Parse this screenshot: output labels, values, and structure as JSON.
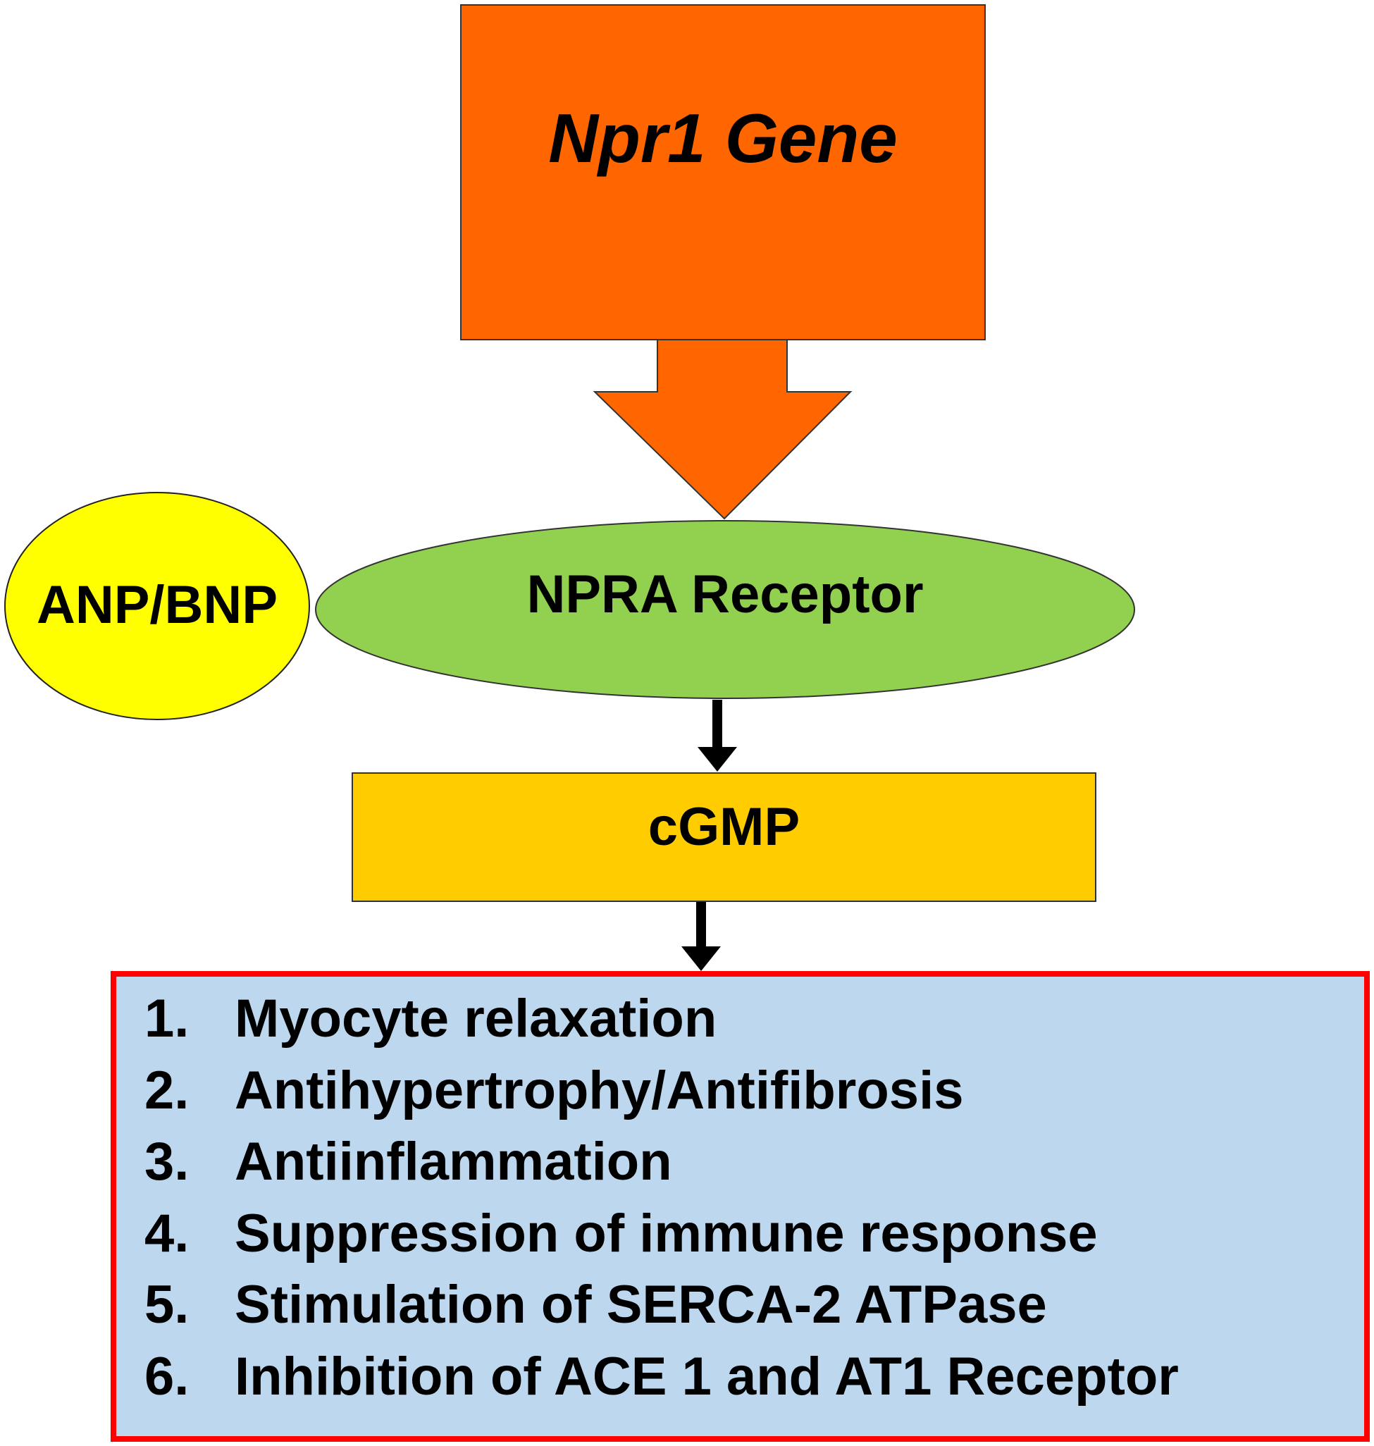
{
  "gene": {
    "label": "Npr1 Gene"
  },
  "ligand": {
    "label": "ANP/BNP"
  },
  "receptor": {
    "label": "NPRA Receptor"
  },
  "messenger": {
    "label": "cGMP"
  },
  "effects": [
    {
      "num": "1.",
      "text": "Myocyte relaxation"
    },
    {
      "num": "2.",
      "text": "Antihypertrophy/Antifibrosis"
    },
    {
      "num": "3.",
      "text": "Antiinflammation"
    },
    {
      "num": "4.",
      "text": "Suppression of immune response"
    },
    {
      "num": "5.",
      "text": "Stimulation of SERCA-2 ATPase"
    },
    {
      "num": "6.",
      "text": "Inhibition of ACE 1 and AT1 Receptor"
    }
  ],
  "colors": {
    "gene": "#FF6600",
    "ligand": "#FFFF00",
    "receptor": "#92D050",
    "messenger": "#FFCC00",
    "effects_bg": "#BDD7EE",
    "effects_border": "#FF0000"
  }
}
